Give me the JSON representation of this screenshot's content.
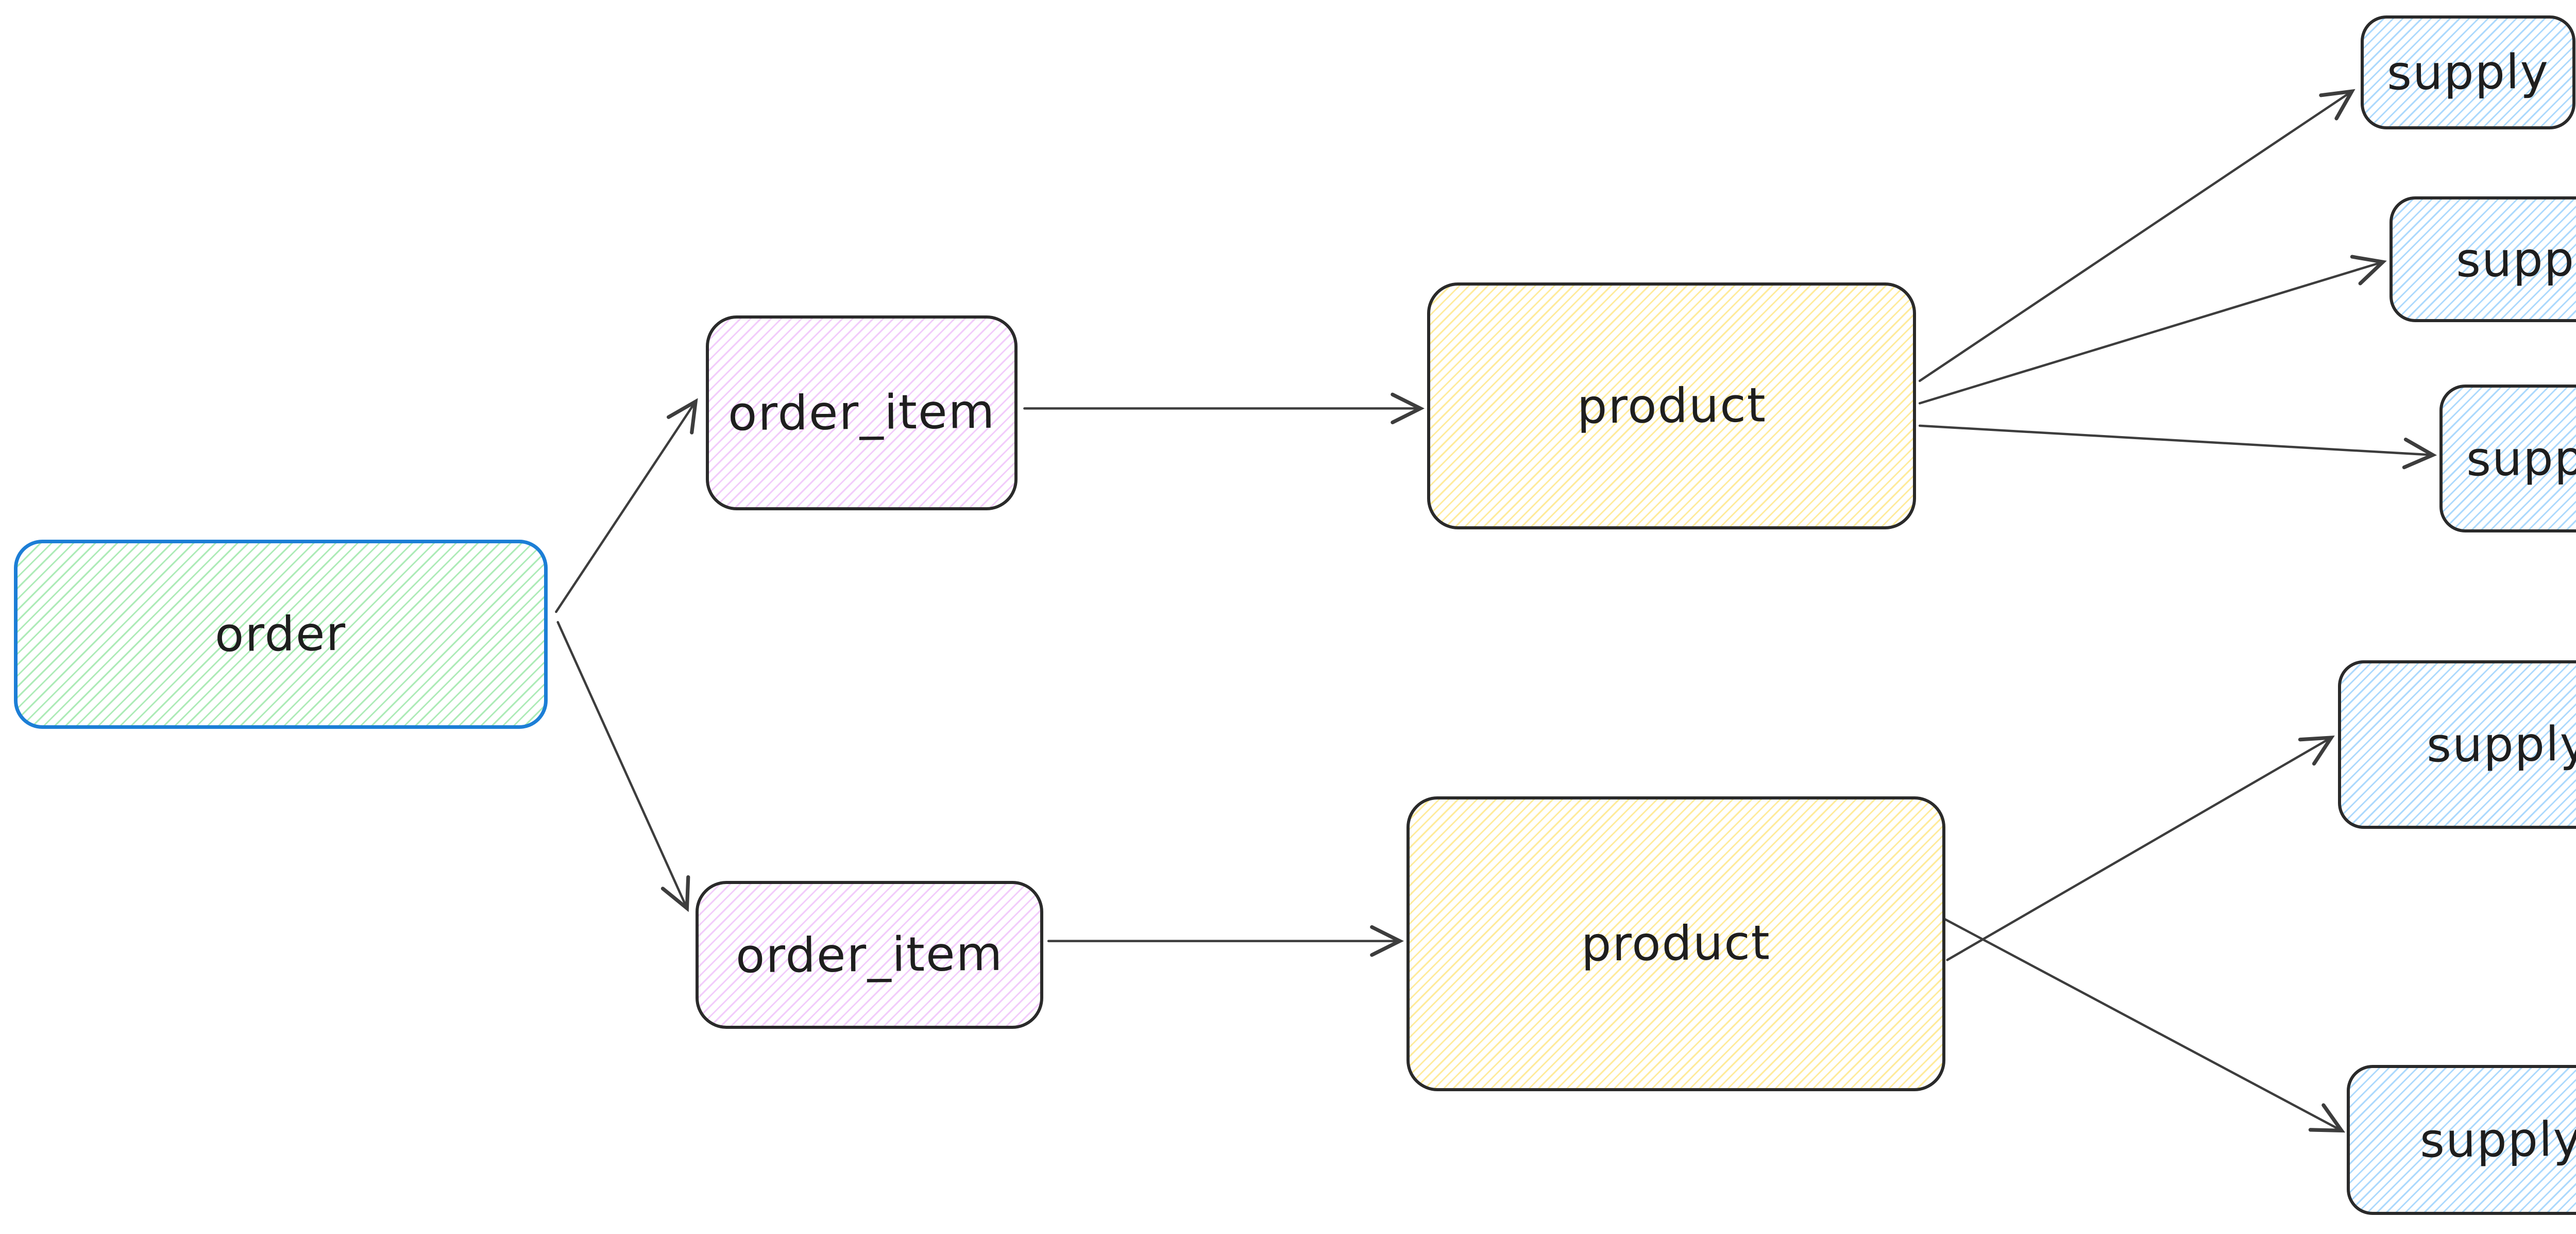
{
  "canvas": {
    "background": "#ffffff"
  },
  "palette": {
    "order_stroke": "#1c7ed6",
    "order_fill": "#b2f2bb",
    "order_item_stroke": "#1e1e1e",
    "order_item_fill": "#eebefa",
    "product_stroke": "#1e1e1e",
    "product_fill": "#ffec99",
    "supply_stroke": "#1e1e1e",
    "supply_fill": "#a5d8ff",
    "arrow": "#3d3d3d"
  },
  "nodes": [
    {
      "id": "order",
      "label": "order"
    },
    {
      "id": "order_item_top",
      "label": "order_item"
    },
    {
      "id": "order_item_bottom",
      "label": "order_item"
    },
    {
      "id": "product_top",
      "label": "product"
    },
    {
      "id": "product_bottom",
      "label": "product"
    },
    {
      "id": "supply_top_1",
      "label": "supply"
    },
    {
      "id": "supply_top_2",
      "label": "supply"
    },
    {
      "id": "supply_top_3",
      "label": "supply"
    },
    {
      "id": "supply_bottom_1",
      "label": "supply"
    },
    {
      "id": "supply_bottom_2",
      "label": "supply"
    }
  ],
  "edges": [
    {
      "from": "order",
      "to": "order_item_top"
    },
    {
      "from": "order",
      "to": "order_item_bottom"
    },
    {
      "from": "order_item_top",
      "to": "product_top"
    },
    {
      "from": "order_item_bottom",
      "to": "product_bottom"
    },
    {
      "from": "product_top",
      "to": "supply_top_1"
    },
    {
      "from": "product_top",
      "to": "supply_top_2"
    },
    {
      "from": "product_top",
      "to": "supply_top_3"
    },
    {
      "from": "product_bottom",
      "to": "supply_bottom_1"
    },
    {
      "from": "product_bottom",
      "to": "supply_bottom_2"
    }
  ]
}
